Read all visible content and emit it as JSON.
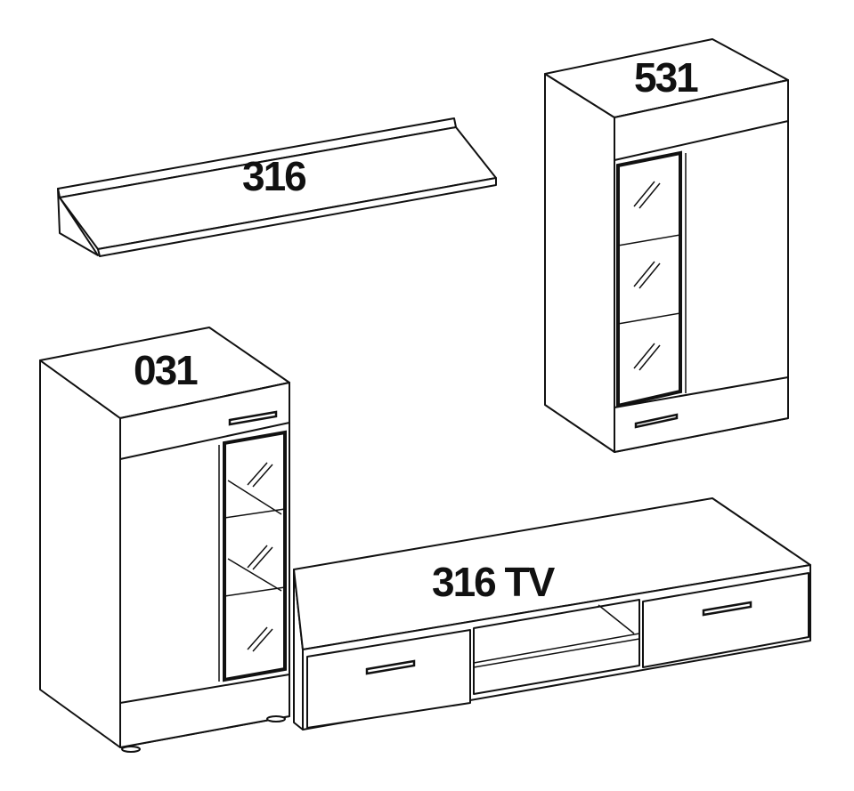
{
  "labels": {
    "shelf": "316",
    "wall_cabinet": "531",
    "tall_cabinet": "031",
    "tv_unit": "316 TV"
  },
  "colors": {
    "line": "#111111",
    "background": "#ffffff"
  }
}
